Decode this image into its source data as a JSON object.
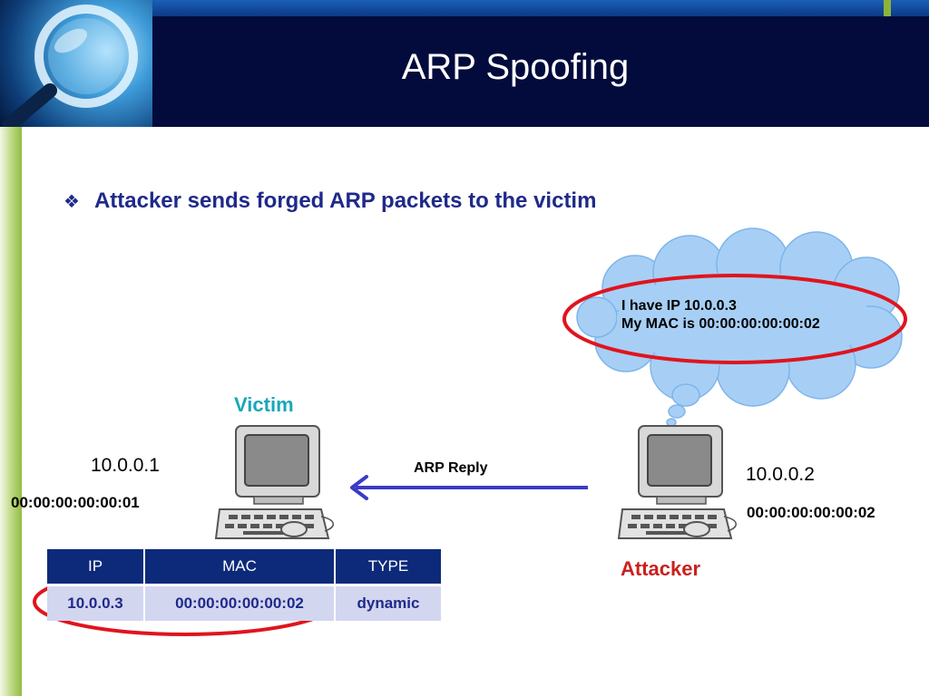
{
  "slide": {
    "title": "ARP Spoofing",
    "bullet": "Attacker sends forged ARP packets to the victim"
  },
  "diagram": {
    "cloud": {
      "line1": "I have IP 10.0.0.3",
      "line2": "My MAC is 00:00:00:00:00:02"
    },
    "victim": {
      "label": "Victim",
      "ip": "10.0.0.1",
      "mac": "00:00:00:00:00:01"
    },
    "attacker": {
      "label": "Attacker",
      "ip": "10.0.0.2",
      "mac": "00:00:00:00:00:02"
    },
    "arrow_label": "ARP Reply"
  },
  "arp_table": {
    "headers": [
      "IP",
      "MAC",
      "TYPE"
    ],
    "row": [
      "10.0.0.3",
      "00:00:00:00:00:02",
      "dynamic"
    ]
  },
  "colors": {
    "header_bg": "#020b3c",
    "bullet_text": "#1f2a8a",
    "victim_label": "#18a7ba",
    "attacker_label": "#c9211e",
    "highlight_ring": "#e0141e",
    "arrow": "#3b3bc8",
    "table_header": "#0d2a7a",
    "table_row": "#d3d6ef",
    "cloud_fill": "#a7cff5"
  }
}
